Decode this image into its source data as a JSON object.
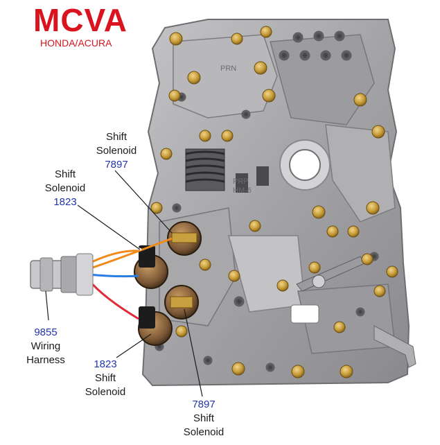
{
  "header": {
    "title": "MCVA",
    "subtitle": "HONDA/ACURA"
  },
  "labels": {
    "solenoid_7897_top": {
      "number": "7897",
      "line1": "Shift",
      "line2": "Solenoid"
    },
    "solenoid_1823_top": {
      "number": "1823",
      "line1": "Shift",
      "line2": "Solenoid"
    },
    "wiring_harness_9855": {
      "number": "9855",
      "line1": "Wiring",
      "line2": "Harness"
    },
    "solenoid_1823_bottom": {
      "number": "1823",
      "line1": "Shift",
      "line2": "Solenoid"
    },
    "solenoid_7897_bottom": {
      "number": "7897",
      "line1": "Shift",
      "line2": "Solenoid"
    }
  },
  "casting_marks": [
    "PRP",
    "HM-6",
    "PRN"
  ],
  "colors": {
    "title": "#d9141e",
    "part_number": "#2233aa",
    "aluminum": "#a9a9ab",
    "brass": "#c8a040",
    "solenoid_black": "#1c1c1c"
  }
}
